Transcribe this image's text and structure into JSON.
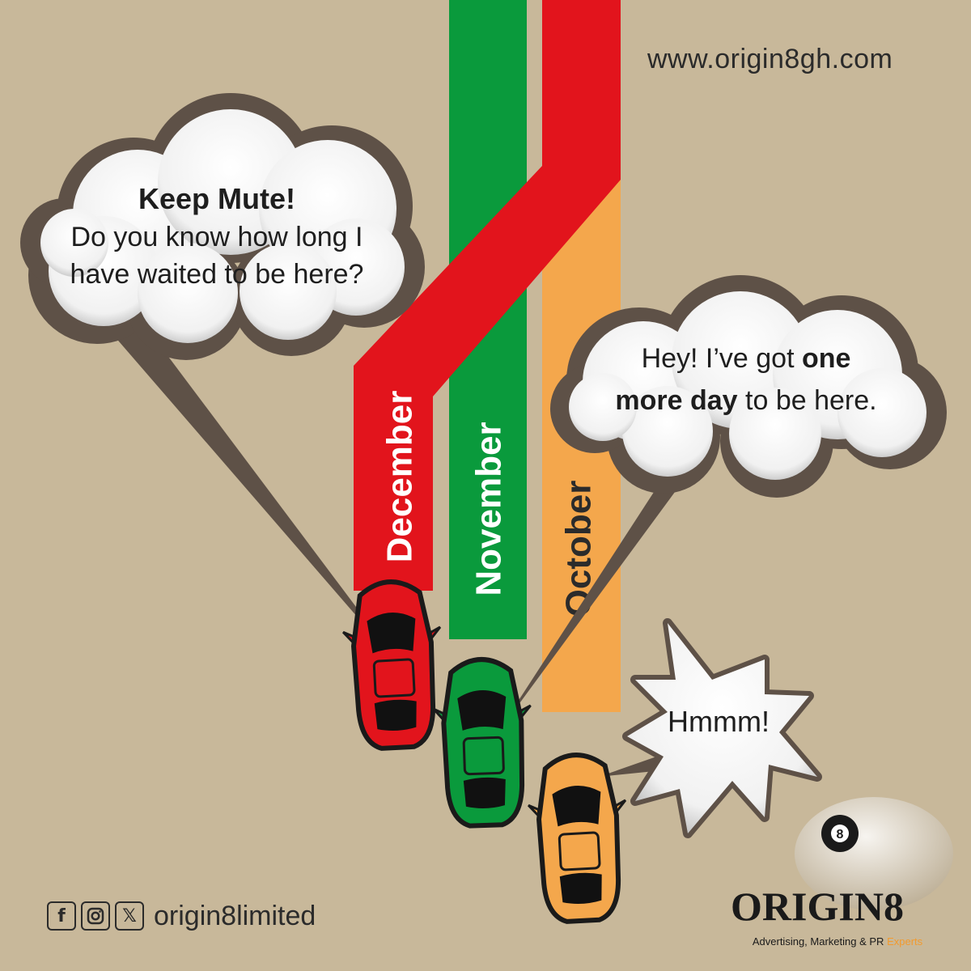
{
  "website": "www.origin8gh.com",
  "bubbles": {
    "december_title": "Keep Mute!",
    "december_line1": "Do you know how long I",
    "december_line2": "have waited to be here?",
    "november_pre": "Hey! I’ve got ",
    "november_bold1": "one",
    "november_bold2": "more day",
    "november_post": " to be here.",
    "october": "Hmmm!"
  },
  "lanes": {
    "december": "December",
    "november": "November",
    "october": "October"
  },
  "colors": {
    "background": "#c8b89a",
    "december": "#e2141c",
    "november": "#0a9a3c",
    "october": "#f4a74c",
    "bubble_outline": "#5e5147"
  },
  "social": {
    "icons": [
      "facebook-icon",
      "instagram-icon",
      "x-icon"
    ],
    "handle": "origin8limited"
  },
  "logo": {
    "name": "ORIGIN8",
    "tagline": "Advertising, Marketing & PR",
    "tagline_accent": "Experts"
  }
}
